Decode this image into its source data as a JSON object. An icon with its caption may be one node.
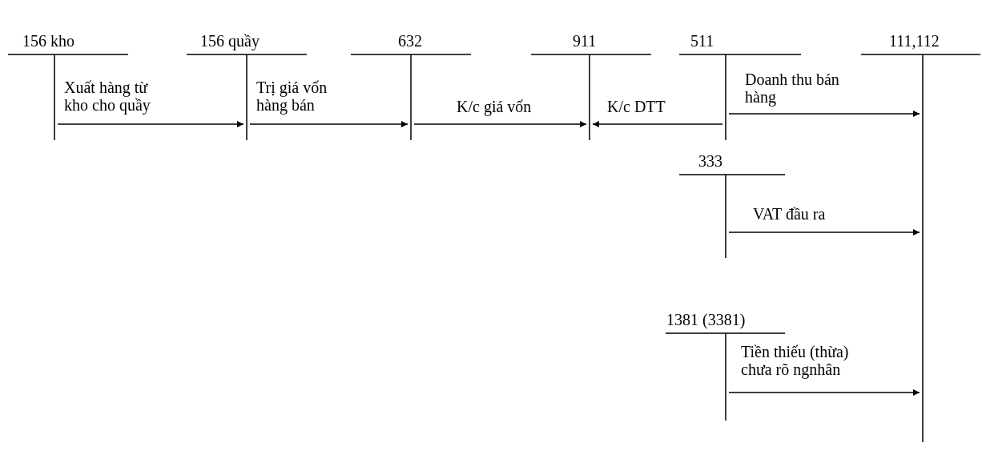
{
  "diagram": {
    "nodes": [
      {
        "text": [
          "156 kho"
        ]
      },
      {
        "text": [
          "156 quầy"
        ]
      },
      {
        "text": [
          "632"
        ]
      },
      {
        "text": [
          "911"
        ]
      },
      {
        "text": [
          "511"
        ]
      },
      {
        "text": [
          "111,112"
        ]
      },
      {
        "text": [
          "333"
        ]
      },
      {
        "text": [
          "1381 (3381)"
        ]
      }
    ],
    "edges": [
      {
        "from": 0,
        "to": 1,
        "arrow": "to",
        "label": "Xuất hàng từ kho cho quầy"
      },
      {
        "from": 1,
        "to": 2,
        "arrow": "to",
        "label": "Trị giá vốn hàng bán"
      },
      {
        "from": 2,
        "to": 3,
        "arrow": "to",
        "label": "K/c giá vốn"
      },
      {
        "from": 4,
        "to": 3,
        "arrow": "to",
        "label": "K/c DTT"
      },
      {
        "from": 4,
        "to": 5,
        "arrow": "to",
        "label": "Doanh thu bán hàng"
      },
      {
        "from": 6,
        "to": 5,
        "arrow": "to",
        "label": "VAT đầu ra"
      },
      {
        "from": 7,
        "to": 5,
        "arrow": "to",
        "label": "Tiền thiếu (thừa) chưa rõ ngnhân"
      }
    ]
  }
}
